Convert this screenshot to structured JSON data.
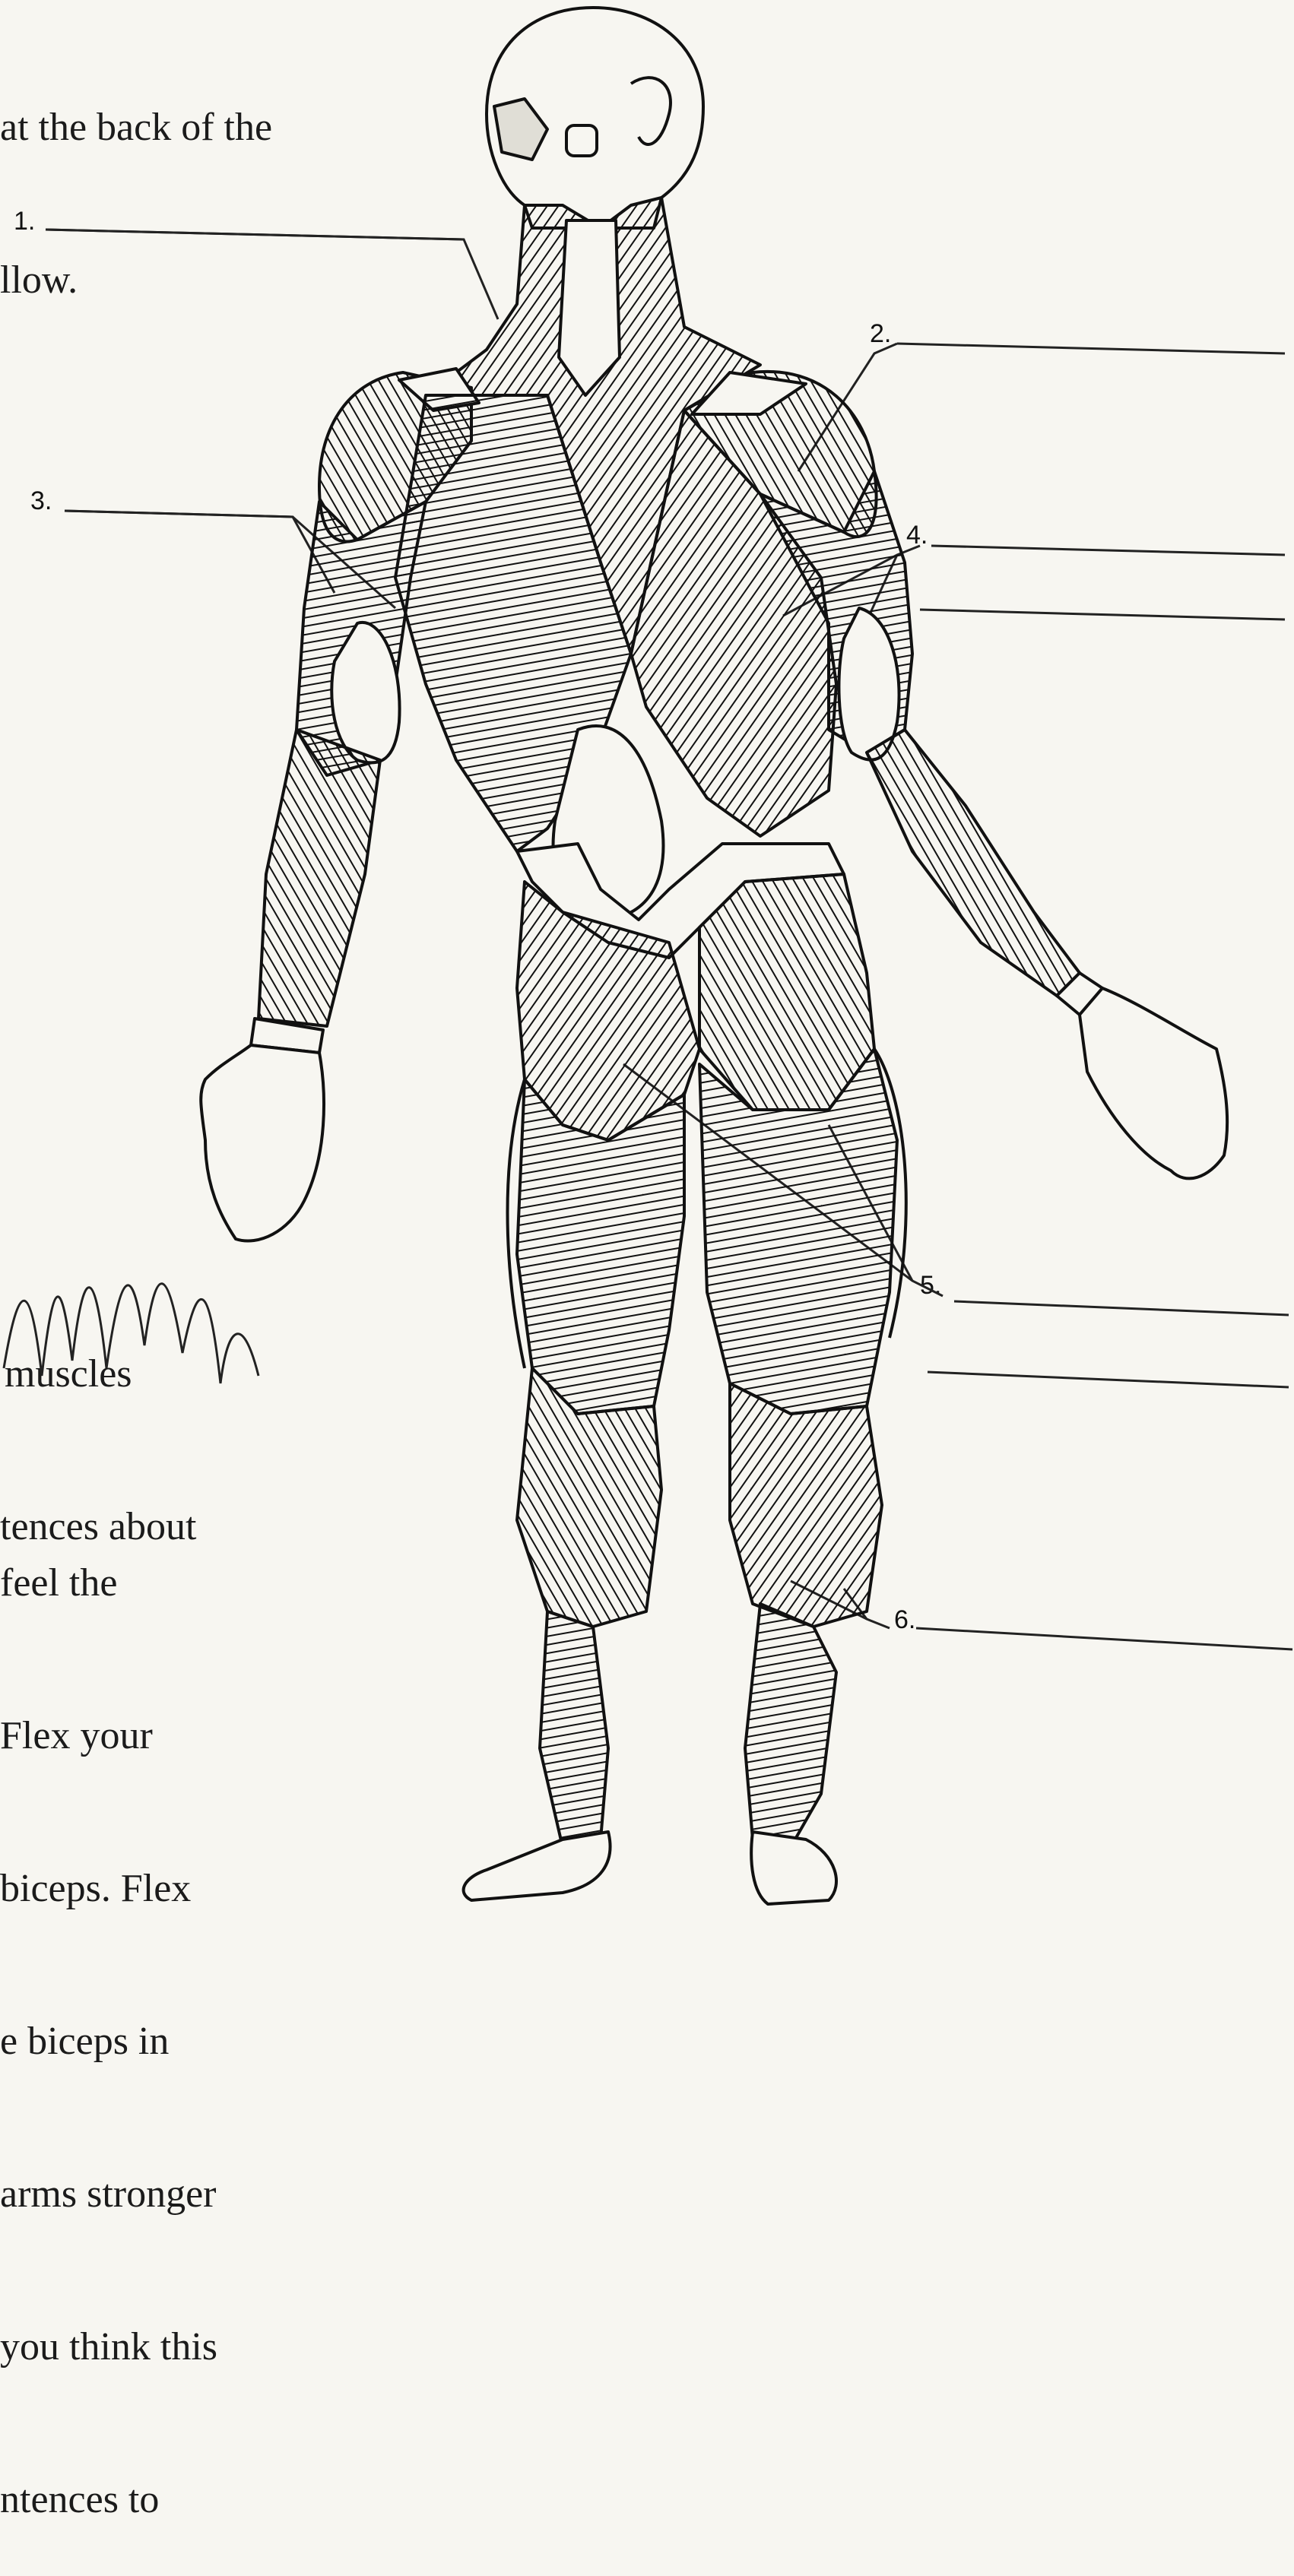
{
  "intro_text": [
    "at the back of the",
    "llow."
  ],
  "mid_text": [
    "muscles",
    "tences about"
  ],
  "bottom_text": [
    "feel the",
    "Flex your",
    "biceps. Flex",
    "e biceps in",
    "arms stronger",
    "you think this",
    "ntences to"
  ],
  "labels": [
    "1.",
    "2.",
    "3.",
    "4.",
    "5.",
    "6."
  ],
  "colors": {
    "ink": "#1a1a1a",
    "paper": "#f7f6f1"
  }
}
